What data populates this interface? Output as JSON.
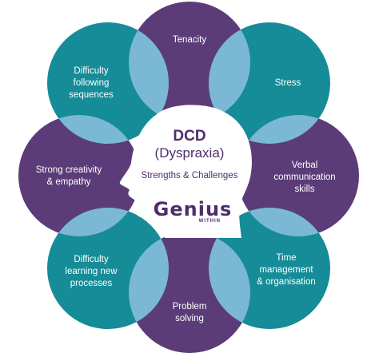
{
  "center": {
    "title": "DCD",
    "subtitle": "(Dyspraxia)",
    "tagline": "Strengths & Challenges",
    "logo_word": "Genius",
    "logo_sub": "WITHIN"
  },
  "petals": [
    {
      "id": "tenacity",
      "lines": [
        "Tenacity"
      ],
      "color": "#5b3c78"
    },
    {
      "id": "stress",
      "lines": [
        "Stress"
      ],
      "color": "#158c97"
    },
    {
      "id": "verbal",
      "lines": [
        "Verbal",
        "communication",
        "skills"
      ],
      "color": "#5b3c78"
    },
    {
      "id": "time",
      "lines": [
        "Time",
        "management",
        "& organisation"
      ],
      "color": "#158c97"
    },
    {
      "id": "problem",
      "lines": [
        "Problem",
        "solving"
      ],
      "color": "#5b3c78"
    },
    {
      "id": "difficulty-learning",
      "lines": [
        "Difficulty",
        "learning new",
        "processes"
      ],
      "color": "#158c97"
    },
    {
      "id": "creativity",
      "lines": [
        "Strong creativity",
        "& empathy"
      ],
      "color": "#5b3c78"
    },
    {
      "id": "difficulty-following",
      "lines": [
        "Difficulty",
        "following",
        "sequences"
      ],
      "color": "#158c97"
    }
  ],
  "colors": {
    "overlap": "#7bb8d6",
    "head_fill": "#ffffff",
    "text_dark": "#4e2d6c"
  }
}
